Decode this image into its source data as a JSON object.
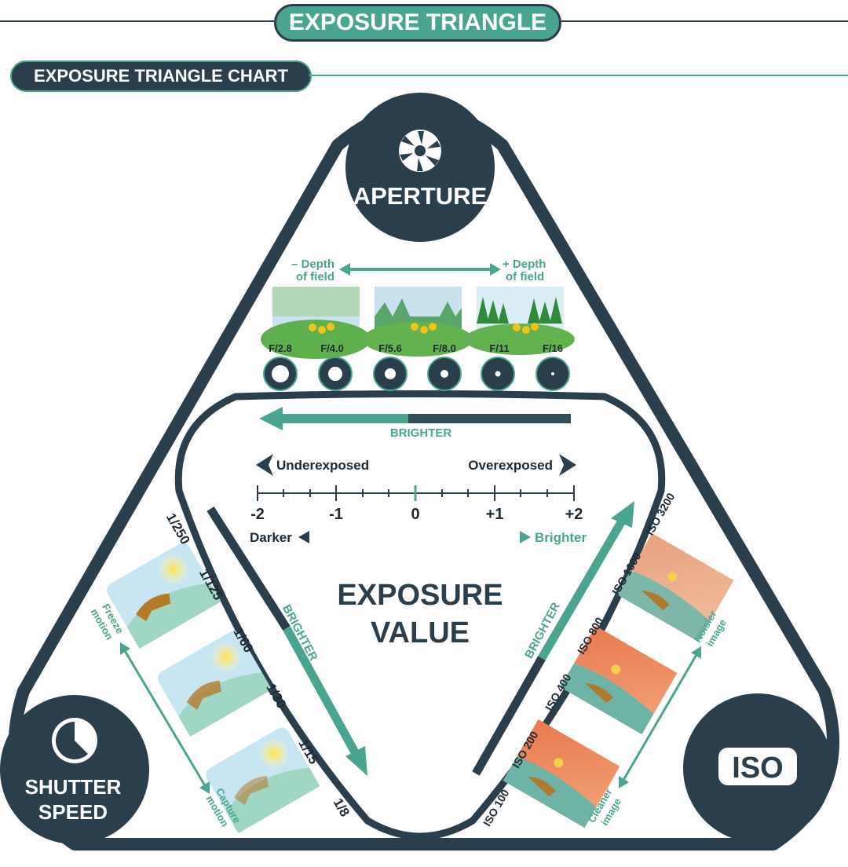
{
  "header": {
    "title": "EXPOSURE TRIANGLE",
    "subtitle": "EXPOSURE TRIANGLE CHART"
  },
  "aperture": {
    "label": "APERTURE",
    "left_label_line1": "– Depth",
    "left_label_line2": "of field",
    "right_label_line1": "+ Depth",
    "right_label_line2": "of field",
    "stops": [
      "F/2.8",
      "F/4.0",
      "F/5.6",
      "F/8.0",
      "F/11",
      "F/16"
    ]
  },
  "center": {
    "top_arrow_label": "BRIGHTER",
    "underexposed": "Underexposed",
    "overexposed": "Overexposed",
    "scale": [
      "-2",
      "-1",
      "0",
      "+1",
      "+2"
    ],
    "darker": "Darker",
    "brighter": "Brighter",
    "title_line1": "EXPOSURE",
    "title_line2": "VALUE"
  },
  "shutter": {
    "label_line1": "SHUTTER",
    "label_line2": "SPEED",
    "speeds": [
      "1/250",
      "1/125",
      "1/60",
      "1/30",
      "1/15",
      "1/8"
    ],
    "freeze_line1": "Freeze",
    "freeze_line2": "motion",
    "capture_line1": "Capture",
    "capture_line2": "motion",
    "arrow_label": "BRIGHTER"
  },
  "iso": {
    "label": "ISO",
    "values": [
      "ISO 100",
      "ISO 200",
      "ISO 400",
      "ISO 800",
      "ISO 1600",
      "ISO 3200"
    ],
    "noisier_line1": "Noisier",
    "noisier_line2": "image",
    "cleaner_line1": "Cleaner",
    "cleaner_line2": "image",
    "arrow_label": "BRIGHTER"
  },
  "colors": {
    "navy": "#2b3e4c",
    "teal": "#4aa590",
    "teal_light": "#6fc2ac"
  }
}
